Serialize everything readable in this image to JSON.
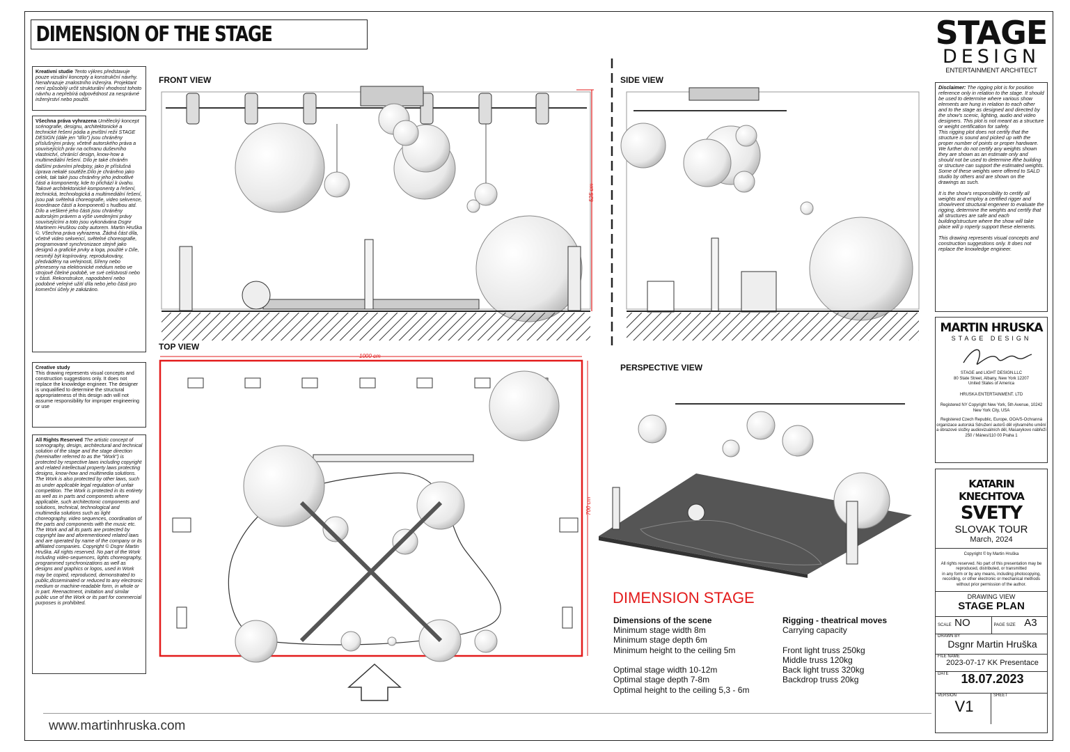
{
  "title": "DIMENSION OF THE STAGE",
  "notes": {
    "kreativni_head": "Kreativní studie",
    "kreativni_body": "Tento výkres představuje pouze vizuální koncepty a konstrukční návrhy. Nenahrazuje znalostního inženýra. Projektant není způsobilý určit strukturální vhodnost tohoto návrhu a nepřebírá odpovědnost za nesprávné inženýrství nebo použití.",
    "prava_head": "Všechna práva vyhrazena",
    "prava_body": "Umělecký koncept scénografie, designu, architektonické a technické řešení pódia a jevištní režii STAGE DESIGN (dále jen \"dílo\") jsou chráněny příslušnými právy, včetně autorského práva a souvisejících práv na ochranu duševního vlastnictví, chránící design, know-how a multimediální řešení. Dílo je také chráněn dalšími právními předpisy, jako je příslušná úprava nekalé soutěže.Dílo je chráněno jako celek, tak také jsou chráněny jeho jednotlivé části a komponenty, kde to přichází k úvahu. Takové architektonické komponenty a řešení, technická, technologická a multimediální řešení, jsou pak světelná choreografie, video sekvence, koordinace částí a komponentů s hudbou atd. Dílo a veškeré jeho části jsou chráněny autorským právem a výše uvedenými právy souvisejícími a toto jsou vykonávána Dsgnr Martinem Hruškou coby autorem. Martin Hruška ©. Všechna práva vyhrazena. Žádná část díla, včetně video sekvencí, světelné choreografie, programované synchronizace stejně jako designů a grafické prvky a loga, použité v Díle, nesmějí být kopírovány, reprodukovány, předváděny na veřejnosti, šířeny nebo přeneseny na elektronické médium nebo ve strojově čitelné podobě, ve své celistvosti nebo v části. Rekonstrukce, napodobení nebo podobné veřejné užití díla nebo jeho části pro komerční účely je zakázáno.",
    "creative_head": "Creative study",
    "creative_body": "This drawing represents visual concepts and construction suggestions only. It does not replace the knowledge engineer. The designer is unqualified to determine the structural appropriateness of this design adn will not assume responsibility for improper engineering or use",
    "rights_head": "All Rights Reserved",
    "rights_body": "The artistic concept of scenography, design, architectural and technical solution of the stage and the stage direction (hereinafter referred to as the \"Work\") is protected by respective laws including copyright and related intellectual property laws protecting designs, know-how and multimedia solutions. The Work is also protected by other laws, such as under applicable legal regulation of unfair competition. The Work is protected in its entirety as well as in parts and components where applicable, such architectonic components and solutions, technical, technological and multimedia solutions such as light choreography, video sequences, coordination of the parts and components with the music etc. The Work and all its parts are protected by copyright law and aforementioned related laws and are operated by name of the company or its affiliated companies. Copyright © Dsgnr Martin Hruška. All rights reserved. No part of the Work including video-sequences, lights choreography, programmed synchronizations as well as designs and graphics or logos, used in Work may be copied, reproduced, demonstrated to public,disseminated or reduced to any electronic medium or machine-readable form, in whole or in part. Reenactment, imitation and similar public use of the Work or its part for commercial purposes is prohibited."
  },
  "views": {
    "front": "FRONT VIEW",
    "side": "SIDE VIEW",
    "top": "TOP VIEW",
    "perspective": "PERSPECTIVE VIEW"
  },
  "dims": {
    "height": "525 cm",
    "width": "1000 cm",
    "depth": "700 cm"
  },
  "logo": {
    "line1": "STAGE",
    "line2": "DESIGN",
    "line3": "ENTERTAINMENT ARCHITECT"
  },
  "disclaimer": {
    "head": "Disclaimer:",
    "p1": "The rigging plot is for position reference only in relation to the stage. It should be used to determine where various show elements are hung in relation to each other and to the stage as designed and directed by the show's scenic, lighting, audio and video designers. This plot is not meant as a structure or weight certification for safety.",
    "p2": "This rigging plot does not certify that the structure is sound and picked up with the proper number of points or proper hardware. We further do not certify any weights shown they are shown as an estimate only and should not be used to determine ifthe building or structure can support the estimated weights. Some of these weights were offered to SALD studio by others and are shown on the drawings as such.",
    "p3": "It is the show's responsibility to certify all weights and employ a certified rigger and show/event structural engeneer to evaluate the rigging, determine the weights and certify that all structures are safe and each building/structure where the show will take place will p roperly support these elements.",
    "p4": "This drawing represents visual concepts and construction suggestions only. It does not replace the knowledge engineer."
  },
  "company": {
    "name1": "MARTIN HRUSKA",
    "name2": "STAGE DESIGN",
    "l1": "STAGE and LIGHT DESIGN.LLC",
    "l2": "80 State Street, Albany, New York 12207",
    "l3": "United States of America",
    "l4": "HRUSKA ENTERTAINMENT. LTD",
    "l5": "Registered NY Copyright New York, 5th Avenue, 10242",
    "l6": "New York City, USA",
    "l7": "Registered Czech Republic, Europe, OOA/S-Ochranná organizace autorská Sdružení autorů děl výtvarného umění a obrazové složky audiovizuálních děl, Masarykovo nábřeží 250 / Mánes/110 00 Praha 1"
  },
  "project": {
    "artist": "KATARIN KNECHTOVA",
    "show": "SVETY",
    "tour": "SLOVAK TOUR",
    "date": "March, 2024",
    "copyright": "Copyright © by Martin Hruška",
    "rights": "All rights reserved. No part of this presentation may be reproduced, distributed, or transmitted",
    "rights2": "in any form or by any means, including photocopying, recording, or other electronic or mechanical methods without prior permission of the author.",
    "drawing_view_label": "DRAWING VIEW",
    "drawing_view": "STAGE PLAN",
    "scale_label": "SCALE",
    "scale": "NO",
    "page_size_label": "PAGE SIZE",
    "page_size": "A3",
    "drawn_by_label": "DRAWN BY",
    "drawn_by": "Dsgnr Martin Hruška",
    "file_name_label": "FILE NAME",
    "file_name": "2023-07-17 KK Presentace",
    "date_label": "DATE",
    "date_value": "18.07.2023",
    "version_label": "VERSION",
    "version": "V1",
    "sheet_label": "SHEET"
  },
  "dimension_stage": {
    "title": "DIMENSION STAGE",
    "scene_head": "Dimensions of the scene",
    "scene_lines": [
      "Minimum stage width 8m",
      "Minimum stage depth 6m",
      "Minimum height to the ceiling 5m",
      "",
      "Optimal stage width 10-12m",
      "Optimal stage depth 7-8m",
      "Optimal height to the ceiling 5,3 - 6m"
    ],
    "rig_head": "Rigging - theatrical moves",
    "rig_lines": [
      "Carrying capacity",
      "",
      "Front light truss 250kg",
      "Middle truss 120kg",
      "Back light truss 320kg",
      "Backdrop truss 20kg"
    ]
  },
  "website": "www.martinhruska.com"
}
